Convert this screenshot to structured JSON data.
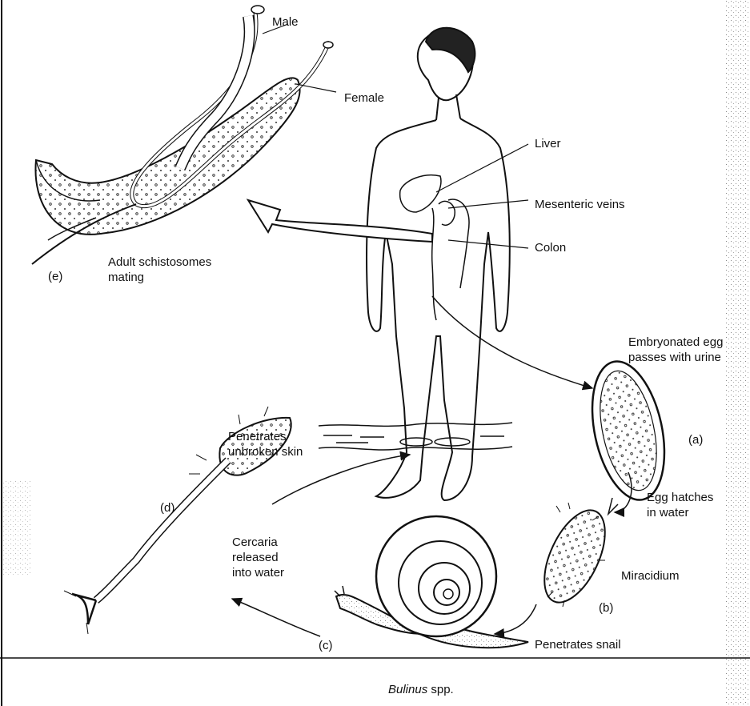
{
  "labels": {
    "male": "Male",
    "female": "Female",
    "liver": "Liver",
    "mesenteric_veins": "Mesenteric veins",
    "colon": "Colon",
    "stage_e": "(e)",
    "adult_mating": "Adult schistosomes\nmating",
    "embryonated_egg": "Embryonated egg\npasses with urine",
    "stage_a": "(a)",
    "egg_hatches": "Egg hatches\nin water",
    "miracidium": "Miracidium",
    "stage_b": "(b)",
    "penetrates_snail": "Penetrates snail",
    "stage_c": "(c)",
    "snail_genus": "Bulinus",
    "snail_spp": " spp.",
    "cercaria_released": "Cercaria\nreleased\ninto water",
    "stage_d": "(d)",
    "penetrates_skin": "Penetrates\nunbroken skin"
  }
}
